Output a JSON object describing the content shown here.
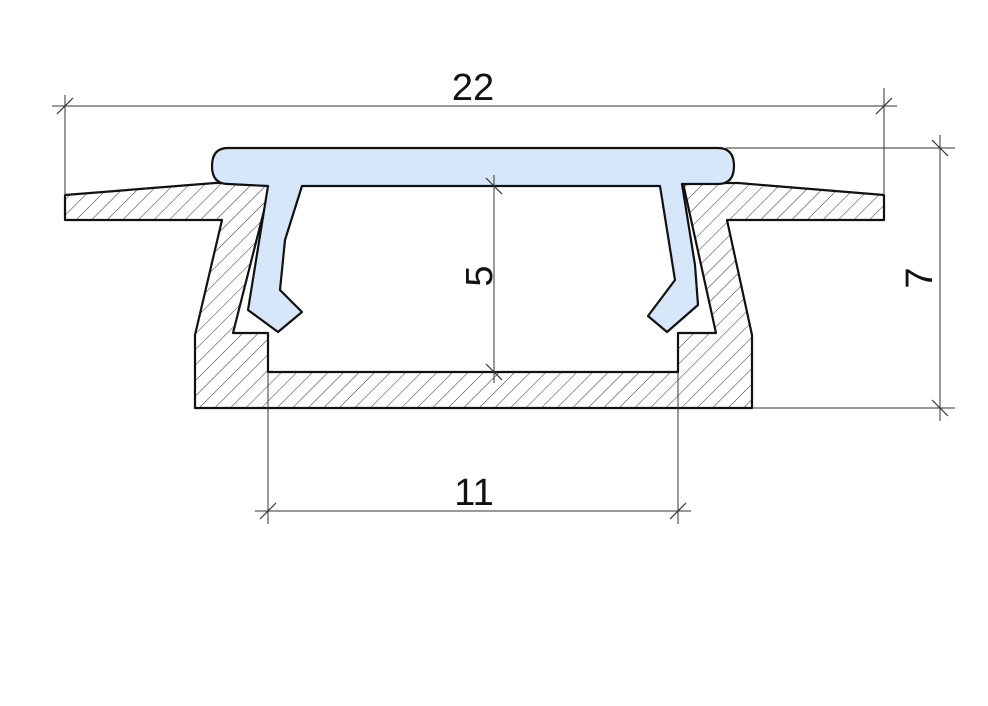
{
  "dimensions": {
    "overall_width": "22",
    "overall_height": "7",
    "inner_height": "5",
    "inner_width": "11"
  },
  "colors": {
    "profile_hatch": "#333333",
    "diffuser_fill": "#d5e7f8",
    "line": "#111111",
    "background": "#ffffff"
  }
}
